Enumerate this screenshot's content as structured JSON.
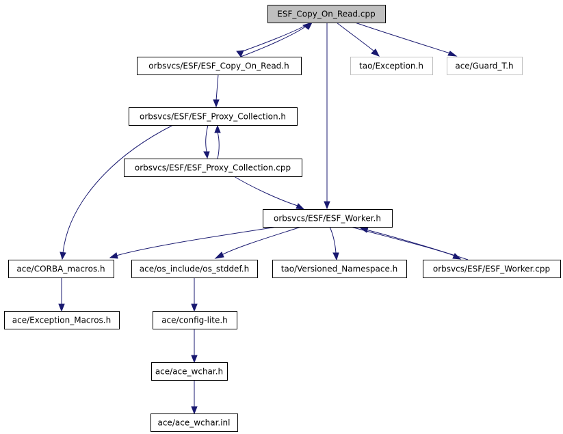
{
  "diagram": {
    "nodes": [
      {
        "id": "root",
        "label": "ESF_Copy_On_Read.cpp",
        "kind": "root"
      },
      {
        "id": "copy_h",
        "label": "orbsvcs/ESF/ESF_Copy_On_Read.h",
        "kind": "normal"
      },
      {
        "id": "exception_h",
        "label": "tao/Exception.h",
        "kind": "external"
      },
      {
        "id": "guard_h",
        "label": "ace/Guard_T.h",
        "kind": "external"
      },
      {
        "id": "proxy_h",
        "label": "orbsvcs/ESF/ESF_Proxy_Collection.h",
        "kind": "normal"
      },
      {
        "id": "proxy_cpp",
        "label": "orbsvcs/ESF/ESF_Proxy_Collection.cpp",
        "kind": "normal"
      },
      {
        "id": "worker_h",
        "label": "orbsvcs/ESF/ESF_Worker.h",
        "kind": "normal"
      },
      {
        "id": "corba_h",
        "label": "ace/CORBA_macros.h",
        "kind": "normal"
      },
      {
        "id": "stddef_h",
        "label": "ace/os_include/os_stddef.h",
        "kind": "normal"
      },
      {
        "id": "versioned_h",
        "label": "tao/Versioned_Namespace.h",
        "kind": "normal"
      },
      {
        "id": "worker_cpp",
        "label": "orbsvcs/ESF/ESF_Worker.cpp",
        "kind": "normal"
      },
      {
        "id": "exmacros_h",
        "label": "ace/Exception_Macros.h",
        "kind": "normal"
      },
      {
        "id": "config_h",
        "label": "ace/config-lite.h",
        "kind": "normal"
      },
      {
        "id": "wchar_h",
        "label": "ace/ace_wchar.h",
        "kind": "normal"
      },
      {
        "id": "wchar_inl",
        "label": "ace/ace_wchar.inl",
        "kind": "normal"
      }
    ],
    "edges": [
      {
        "from": "root",
        "to": "copy_h"
      },
      {
        "from": "copy_h",
        "to": "root"
      },
      {
        "from": "root",
        "to": "exception_h"
      },
      {
        "from": "root",
        "to": "guard_h"
      },
      {
        "from": "root",
        "to": "worker_h"
      },
      {
        "from": "copy_h",
        "to": "proxy_h"
      },
      {
        "from": "proxy_h",
        "to": "proxy_cpp"
      },
      {
        "from": "proxy_cpp",
        "to": "proxy_h"
      },
      {
        "from": "proxy_h",
        "to": "corba_h"
      },
      {
        "from": "proxy_cpp",
        "to": "worker_h"
      },
      {
        "from": "worker_h",
        "to": "corba_h"
      },
      {
        "from": "worker_h",
        "to": "stddef_h"
      },
      {
        "from": "worker_h",
        "to": "versioned_h"
      },
      {
        "from": "worker_h",
        "to": "worker_cpp"
      },
      {
        "from": "worker_cpp",
        "to": "worker_h"
      },
      {
        "from": "corba_h",
        "to": "exmacros_h"
      },
      {
        "from": "stddef_h",
        "to": "config_h"
      },
      {
        "from": "config_h",
        "to": "wchar_h"
      },
      {
        "from": "wchar_h",
        "to": "wchar_inl"
      }
    ]
  },
  "colors": {
    "edge": "#191970",
    "root_fill": "#bfbfbf",
    "external_border": "#bfbfbf",
    "node_border": "#000000"
  }
}
